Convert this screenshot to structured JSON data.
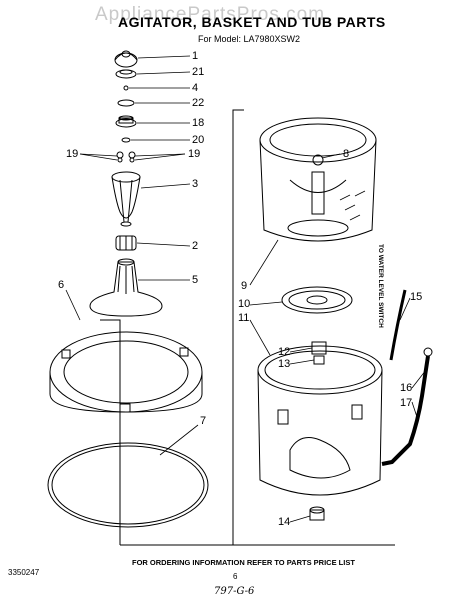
{
  "watermark": "AppliancePartsPros.com",
  "title": "AGITATOR, BASKET AND TUB PARTS",
  "model": "For Model: LA7980XSW2",
  "side_note": "TO WATER LEVEL SWITCH",
  "footer": "FOR ORDERING INFORMATION REFER TO PARTS PRICE LIST",
  "part_number": "3350247",
  "page_number": "6",
  "handwritten_code": "797-G-6",
  "callouts": [
    "1",
    "21",
    "4",
    "22",
    "18",
    "20",
    "19",
    "19",
    "3",
    "2",
    "5",
    "6",
    "7",
    "8",
    "9",
    "10",
    "11",
    "12",
    "13",
    "14",
    "15",
    "16",
    "17"
  ]
}
